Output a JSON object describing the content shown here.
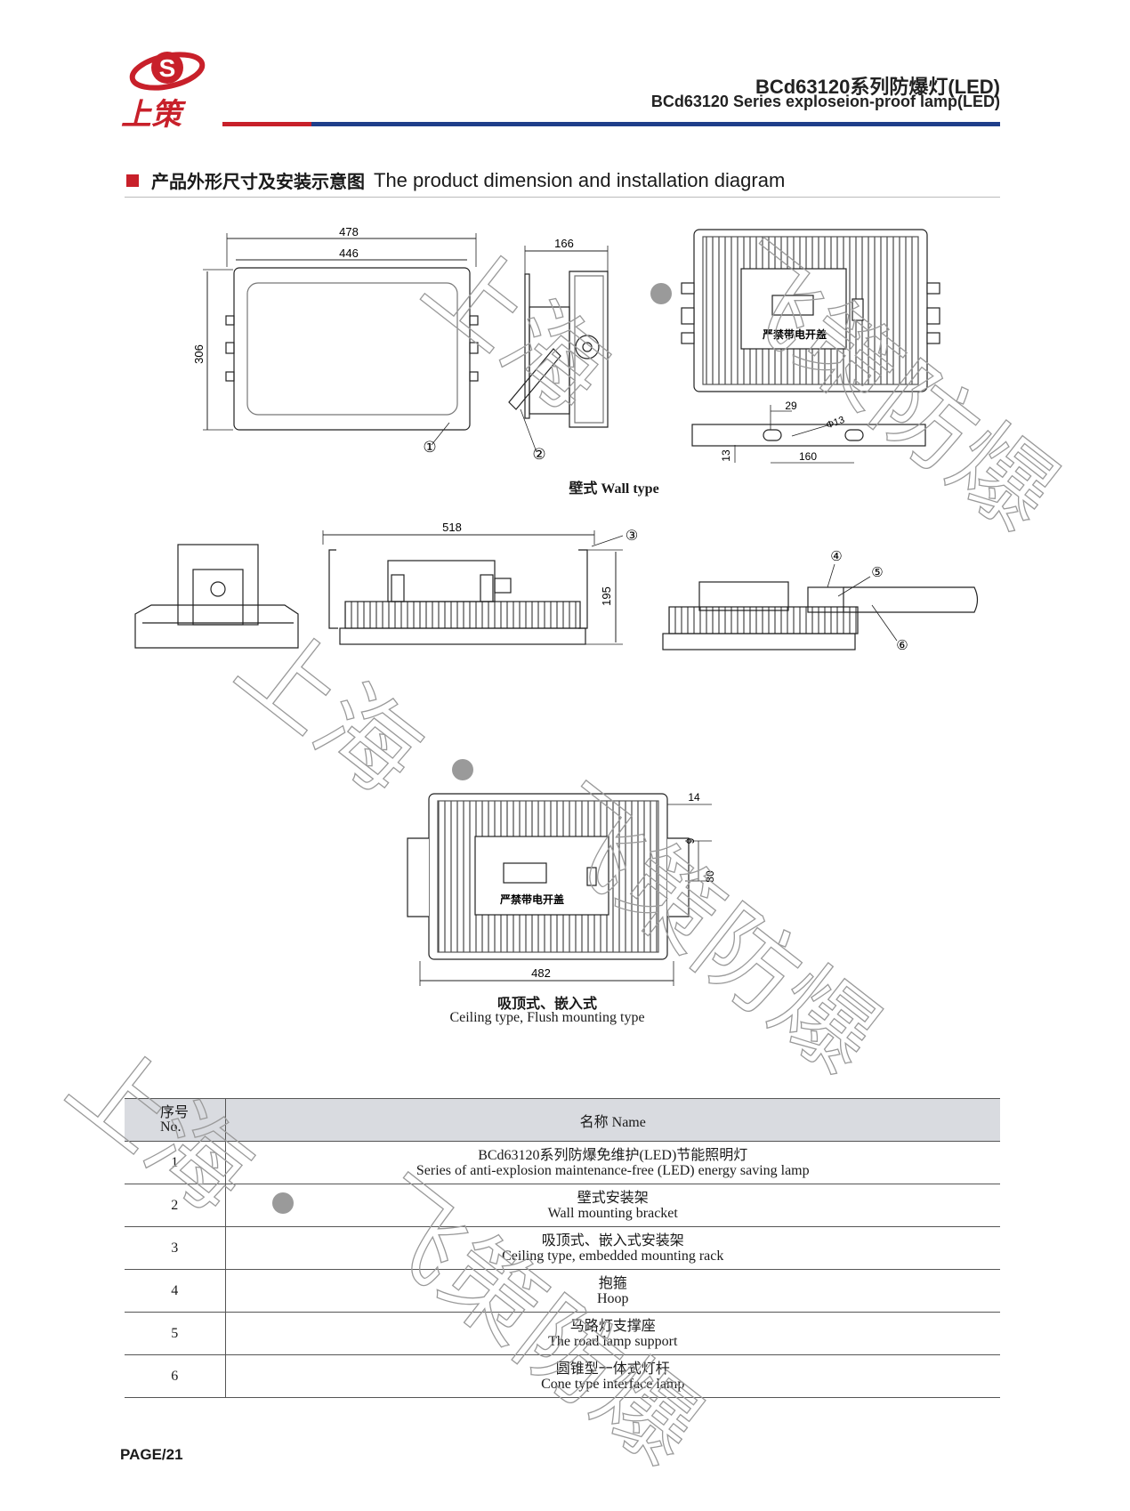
{
  "header": {
    "logo_letter": "S",
    "logo_text": "上策",
    "title_cn": "BCd63120系列防爆灯(LED)",
    "title_en": "BCd63120 Series exploseion-proof lamp(LED)"
  },
  "section": {
    "title_cn": "产品外形尺寸及安装示意图",
    "title_en": "The product dimension and installation diagram"
  },
  "diagram": {
    "wall": {
      "dim_478": "478",
      "dim_446": "446",
      "dim_306": "306",
      "dim_166": "166",
      "dim_29": "29",
      "dim_13": "13",
      "dim_160": "160",
      "dim_phi13": "Φ13",
      "label_cover": "严禁带电开盖",
      "callout_1": "①",
      "callout_2": "②"
    },
    "wall_caption": "壁式  Wall type",
    "ceiling": {
      "dim_518": "518",
      "dim_195": "195",
      "callout_3": "③",
      "callout_4": "④",
      "callout_5": "⑤",
      "callout_6": "⑥"
    },
    "flush": {
      "dim_14": "14",
      "dim_9": "9",
      "dim_80": "80",
      "dim_482": "482",
      "label_cover": "严禁带电开盖"
    },
    "flush_caption_cn": "吸顶式、嵌入式",
    "flush_caption_en": "Ceiling type, Flush mounting type"
  },
  "table": {
    "header_no_cn": "序号",
    "header_no_en": "No.",
    "header_name": "名称 Name",
    "rows": [
      {
        "no": "1",
        "cn": "BCd63120系列防爆免维护(LED)节能照明灯",
        "en": "Series of anti-explosion maintenance-free (LED) energy saving lamp"
      },
      {
        "no": "2",
        "cn": "壁式安装架",
        "en": "Wall mounting bracket"
      },
      {
        "no": "3",
        "cn": "吸顶式、嵌入式安装架",
        "en": "Ceiling type, embedded mounting rack"
      },
      {
        "no": "4",
        "cn": "抱箍",
        "en": "Hoop"
      },
      {
        "no": "5",
        "cn": "马路灯支撑座",
        "en": "The road lamp support"
      },
      {
        "no": "6",
        "cn": "圆锥型一体式灯杆",
        "en": "Cone type interface lamp"
      }
    ]
  },
  "watermark": {
    "text_1": "上海",
    "text_2": "飞策防爆"
  },
  "page": "PAGE/21"
}
